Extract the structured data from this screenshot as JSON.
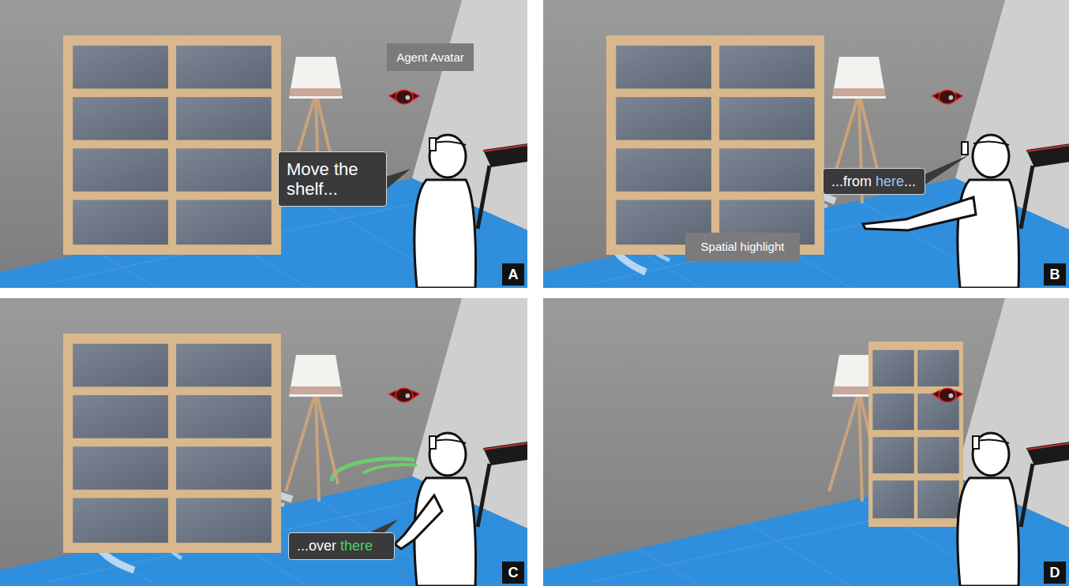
{
  "diagram": {
    "nodes": [
      {
        "text": [
          "Agent Avatar"
        ]
      },
      {
        "text": [
          "Move the shelf..."
        ]
      },
      {
        "text": [
          "A"
        ]
      },
      {
        "text": [
          "...from here..."
        ]
      },
      {
        "text": [
          "Spatial highlight"
        ]
      },
      {
        "text": [
          "B"
        ]
      },
      {
        "text": [
          "...over there"
        ]
      },
      {
        "text": [
          "C"
        ]
      },
      {
        "text": [
          "D"
        ]
      }
    ]
  }
}
